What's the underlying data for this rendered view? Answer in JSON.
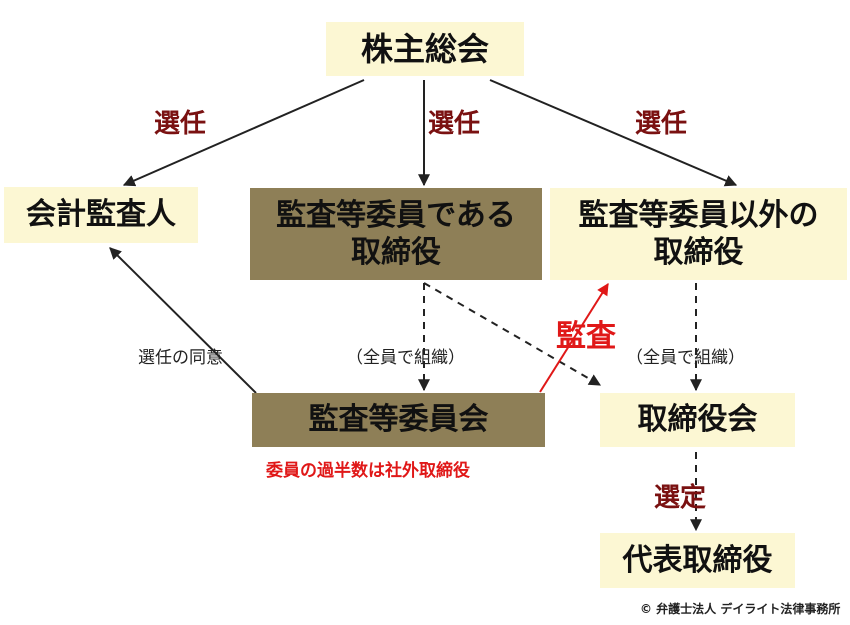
{
  "boxes": {
    "shareholders": "株主総会",
    "auditor": "会計監査人",
    "ac_directors": "監査等委員である\n取締役",
    "other_directors": "監査等委員以外の\n取締役",
    "audit_committee": "監査等委員会",
    "board": "取締役会",
    "representative": "代表取締役"
  },
  "labels": {
    "elect_left": "選任",
    "elect_center": "選任",
    "elect_right": "選任",
    "consent": "選任の同意",
    "all_members_ac": "（全員で組織）",
    "all_members_other": "（全員で組織）",
    "audit": "監査",
    "majority_note": "委員の過半数は社外取締役",
    "select": "選定"
  },
  "copyright": "© 弁護士法人 デイライト法律事務所",
  "colors": {
    "light_box": "#fcf7d3",
    "dark_box": "#8e7f57",
    "elect_label": "#7a1111",
    "audit_red": "#e01818",
    "arrow": "#222222"
  }
}
